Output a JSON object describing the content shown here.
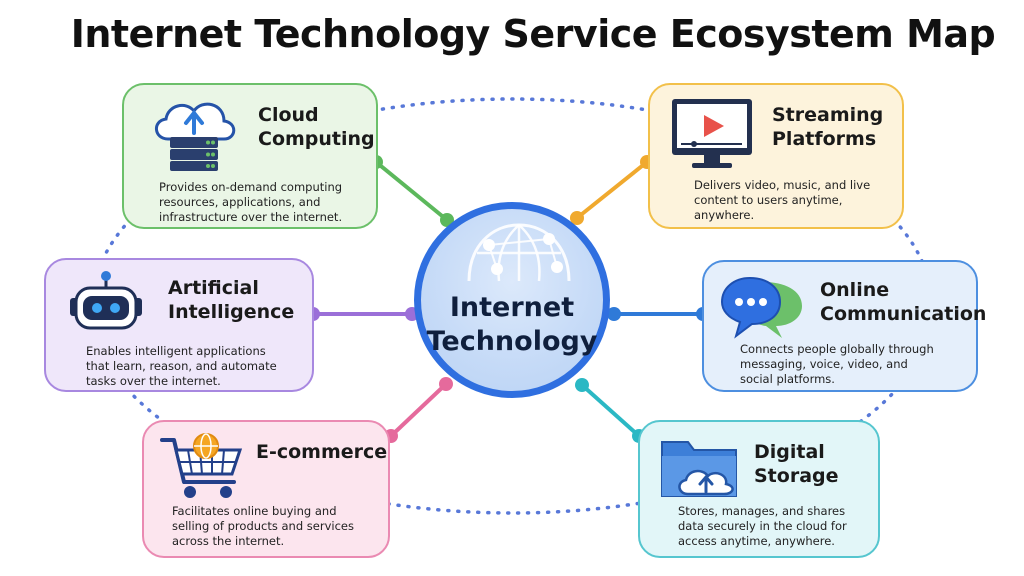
{
  "title": "Internet Technology Service Ecosystem Map",
  "hub": {
    "label": "Internet\nTechnology"
  },
  "nodes": [
    {
      "id": "cloud",
      "title": "Cloud\nComputing",
      "description": "Provides on-demand computing\nresources, applications, and\ninfrastructure over the internet.",
      "icon": "cloud-server-icon",
      "color": "#5cb85c"
    },
    {
      "id": "streaming",
      "title": "Streaming\nPlatforms",
      "description": "Delivers video, music, and live\ncontent to users anytime,\nanywhere.",
      "icon": "monitor-play-icon",
      "color": "#f0a92e"
    },
    {
      "id": "ai",
      "title": "Artificial\nIntelligence",
      "description": "Enables intelligent applications\nthat learn, reason, and automate\ntasks over the internet.",
      "icon": "robot-icon",
      "color": "#9b6fd8"
    },
    {
      "id": "communication",
      "title": "Online\nCommunication",
      "description": "Connects people globally through\nmessaging, voice, video, and\nsocial platforms.",
      "icon": "chat-bubbles-icon",
      "color": "#2f7ad8"
    },
    {
      "id": "ecommerce",
      "title": "E-commerce",
      "description": "Facilitates online buying and\nselling of products and services\nacross the internet.",
      "icon": "shopping-cart-icon",
      "color": "#e56a9c"
    },
    {
      "id": "storage",
      "title": "Digital\nStorage",
      "description": "Stores, manages, and shares\ndata securely in the cloud for\naccess anytime, anywhere.",
      "icon": "folder-cloud-icon",
      "color": "#2bb8c4"
    }
  ]
}
